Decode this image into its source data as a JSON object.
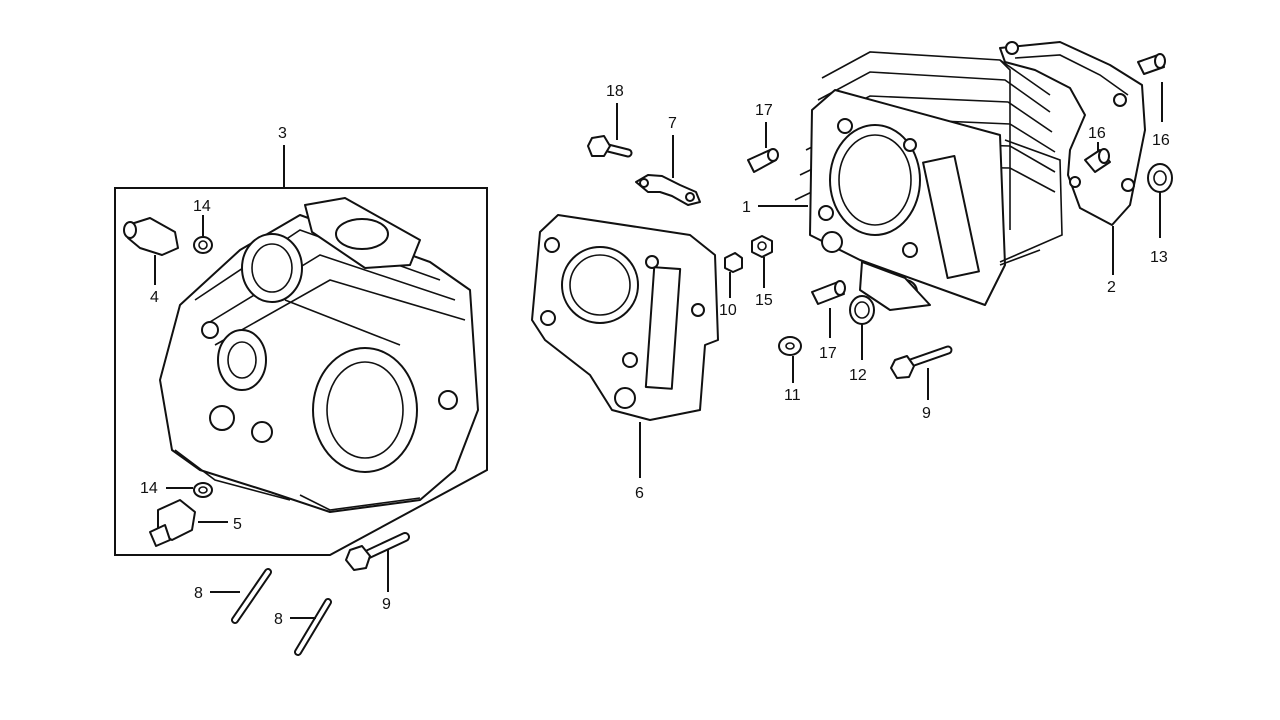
{
  "parts": [
    {
      "id": "cylinder",
      "number": "1"
    },
    {
      "id": "cylinder-base-gasket",
      "number": "2"
    },
    {
      "id": "cylinder-head-assy",
      "number": "3"
    },
    {
      "id": "fitting-upper",
      "number": "4"
    },
    {
      "id": "fitting-lower",
      "number": "5"
    },
    {
      "id": "head-gasket",
      "number": "6"
    },
    {
      "id": "chain-guide-bracket",
      "number": "7"
    },
    {
      "id": "stud-bolt-a",
      "number": "8"
    },
    {
      "id": "stud-bolt-b",
      "number": "8"
    },
    {
      "id": "flange-bolt-left",
      "number": "9"
    },
    {
      "id": "flange-bolt-right",
      "number": "9"
    },
    {
      "id": "bolt-small",
      "number": "10"
    },
    {
      "id": "washer",
      "number": "11"
    },
    {
      "id": "seal-ring",
      "number": "12"
    },
    {
      "id": "o-ring-right",
      "number": "13"
    },
    {
      "id": "o-ring-upper",
      "number": "14"
    },
    {
      "id": "o-ring-lower",
      "number": "14"
    },
    {
      "id": "nut-small",
      "number": "15"
    },
    {
      "id": "dowel-pin-right-top",
      "number": "16"
    },
    {
      "id": "dowel-pin-right",
      "number": "16"
    },
    {
      "id": "dowel-pin-top",
      "number": "17"
    },
    {
      "id": "dowel-pin-mid",
      "number": "17"
    },
    {
      "id": "bolt-top",
      "number": "18"
    }
  ]
}
